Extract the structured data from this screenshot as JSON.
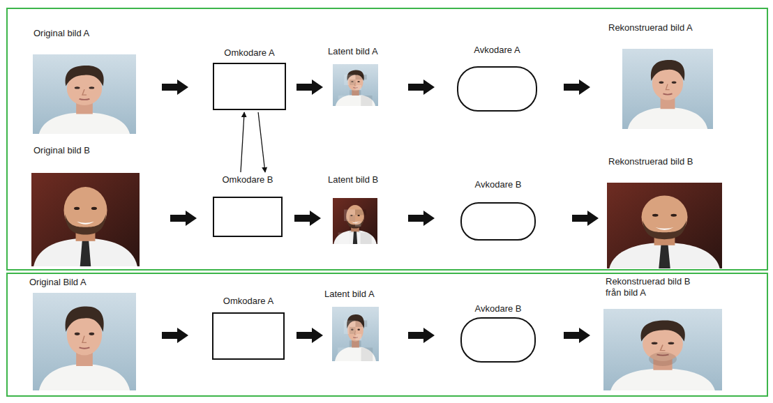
{
  "diagram": {
    "nodes": [
      {
        "text": [
          "Omkodare A"
        ]
      },
      {
        "text": [
          "Avkodare A"
        ]
      },
      {
        "text": [
          "Omkodare B"
        ]
      },
      {
        "text": [
          "Avkodare B"
        ]
      },
      {
        "text": [
          "Omkodare A"
        ]
      },
      {
        "text": [
          "Avkodare B"
        ]
      }
    ],
    "edges": [
      {
        "from": 2,
        "to": 0,
        "arrow": "to"
      },
      {
        "from": 0,
        "to": 2,
        "arrow": "to"
      }
    ],
    "labels": [
      "Original bild A",
      "Latent bild A",
      "Rekonstruerad bild A",
      "Original bild B",
      "Latent bild B",
      "Rekonstruerad bild B",
      "Original Bild A",
      "Latent bild A",
      "Rekonstruerad bild B från bild A"
    ]
  }
}
